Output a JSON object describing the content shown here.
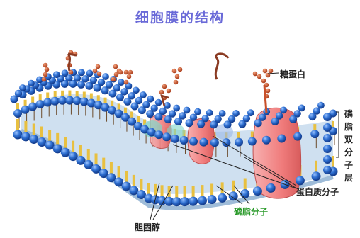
{
  "title": "细胞膜的结构",
  "labels": {
    "glycoprotein": "糖蛋白",
    "bilayer": "磷脂双分子层",
    "protein": "蛋白质分子",
    "phospholipid": "磷脂分子",
    "cholesterol": "胆固醇"
  },
  "colors": {
    "title": "#6a6ad8",
    "phospholipid_head": "#2e6fd1",
    "protein": "#f08a8a",
    "sugar_chain": "#c8502a",
    "tail": "#e8c040",
    "phospholipid_label": "#2a9a2a"
  }
}
